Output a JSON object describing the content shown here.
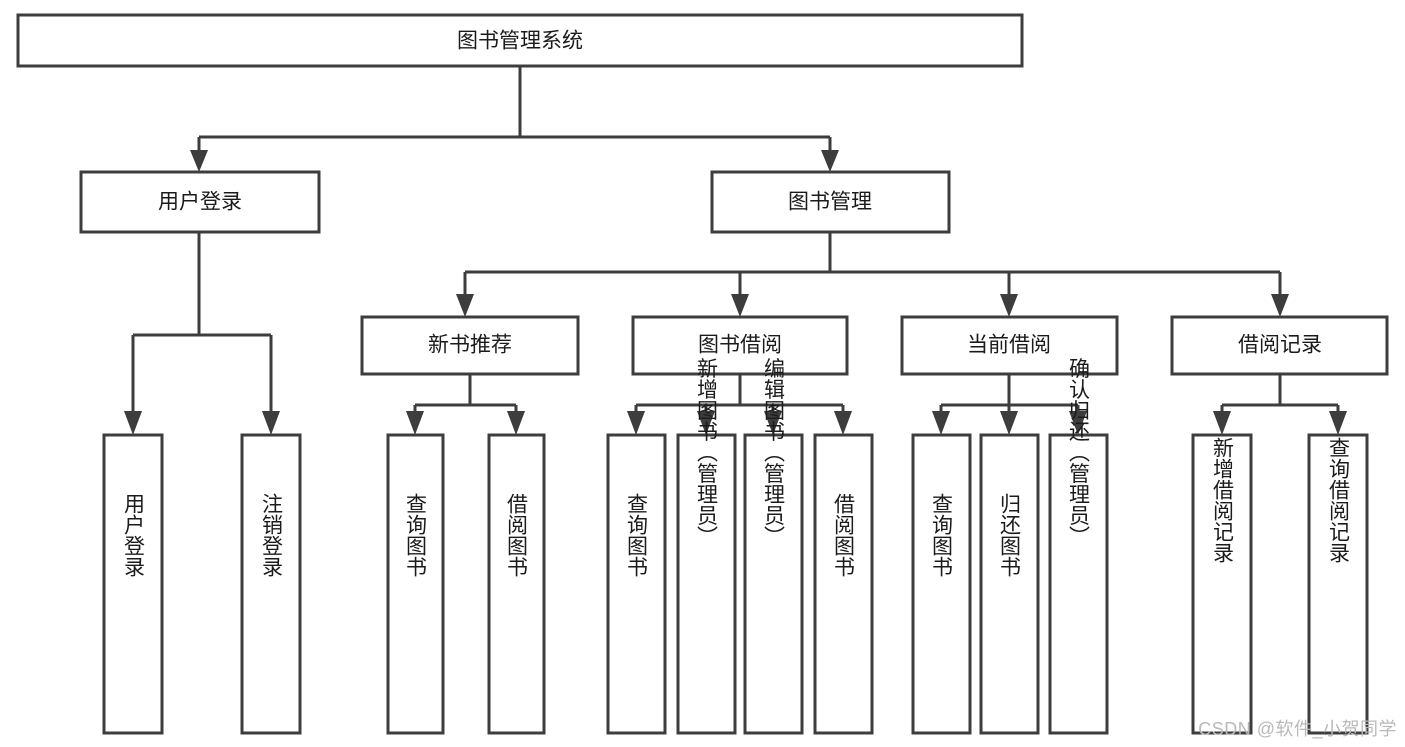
{
  "diagram": {
    "type": "tree-hierarchy",
    "title": "图书管理系统",
    "watermark": "CSDN @软件_小贺同学",
    "colors": {
      "stroke": "#3d3d3d",
      "box_fill": "#ffffff",
      "text": "#1b1b1b",
      "background": "#ffffff",
      "watermark": "#b9b9b9"
    },
    "root": {
      "label": "图书管理系统",
      "orientation": "horizontal"
    },
    "level2": [
      {
        "label": "用户登录",
        "orientation": "horizontal"
      },
      {
        "label": "图书管理",
        "orientation": "horizontal"
      }
    ],
    "level3": [
      {
        "label": "新书推荐",
        "orientation": "horizontal",
        "parent": "图书管理"
      },
      {
        "label": "图书借阅",
        "orientation": "horizontal",
        "parent": "图书管理"
      },
      {
        "label": "当前借阅",
        "orientation": "horizontal",
        "parent": "图书管理"
      },
      {
        "label": "借阅记录",
        "orientation": "horizontal",
        "parent": "图书管理"
      }
    ],
    "leaves": [
      {
        "label": "用户登录",
        "parent": "用户登录",
        "orientation": "vertical"
      },
      {
        "label": "注销登录",
        "parent": "用户登录",
        "orientation": "vertical"
      },
      {
        "label": "查询图书",
        "parent": "新书推荐",
        "orientation": "vertical"
      },
      {
        "label": "借阅图书",
        "parent": "新书推荐",
        "orientation": "vertical"
      },
      {
        "label": "查询图书",
        "parent": "图书借阅",
        "orientation": "vertical"
      },
      {
        "label": "新增图书（管理员）",
        "parent": "图书借阅",
        "orientation": "vertical"
      },
      {
        "label": "编辑图书（管理员）",
        "parent": "图书借阅",
        "orientation": "vertical"
      },
      {
        "label": "借阅图书",
        "parent": "图书借阅",
        "orientation": "vertical"
      },
      {
        "label": "查询图书",
        "parent": "当前借阅",
        "orientation": "vertical"
      },
      {
        "label": "归还图书",
        "parent": "当前借阅",
        "orientation": "vertical"
      },
      {
        "label": "确认归还（管理员）",
        "parent": "当前借阅",
        "orientation": "vertical"
      },
      {
        "label": "新增借阅记录",
        "parent": "借阅记录",
        "orientation": "vertical"
      },
      {
        "label": "查询借阅记录",
        "parent": "借阅记录",
        "orientation": "vertical"
      }
    ],
    "node_text": {
      "root": "图书管理系统",
      "l2_0": "用户登录",
      "l2_1": "图书管理",
      "l3_0": "新书推荐",
      "l3_1": "图书借阅",
      "l3_2": "当前借阅",
      "l3_3": "借阅记录",
      "leaf_0": "用户登录",
      "leaf_1": "注销登录",
      "leaf_2": "查询图书",
      "leaf_3": "借阅图书",
      "leaf_4": "查询图书",
      "leaf_5": "新增图书（管理员）",
      "leaf_6": "编辑图书（管理员）",
      "leaf_7": "借阅图书",
      "leaf_8": "查询图书",
      "leaf_9": "归还图书",
      "leaf_10": "确认归还（管理员）",
      "leaf_11": "新增借阅记录",
      "leaf_12": "查询借阅记录"
    }
  }
}
